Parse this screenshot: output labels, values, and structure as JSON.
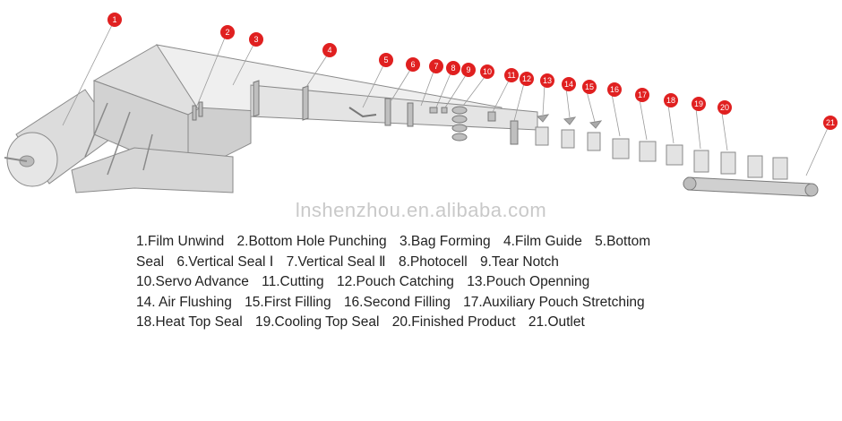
{
  "watermark": "lnshenzhou.en.alibaba.com",
  "colors": {
    "marker": "#e02020",
    "machine_stroke": "#8a8a8a",
    "machine_fill": "#d9d9d9",
    "text": "#222222"
  },
  "markers": [
    "1",
    "2",
    "3",
    "4",
    "5",
    "6",
    "7",
    "8",
    "9",
    "10",
    "11",
    "12",
    "13",
    "14",
    "15",
    "16",
    "17",
    "18",
    "19",
    "20",
    "21"
  ],
  "legend_lines": [
    [
      "1.Film Unwind",
      "2.Bottom Hole Punching",
      "3.Bag Forming",
      "4.Film Guide",
      "5.Bottom"
    ],
    [
      "Seal",
      "6.Vertical Seal Ⅰ",
      "7.Vertical Seal Ⅱ",
      "8.Photocell",
      "9.Tear Notch"
    ],
    [
      "10.Servo Advance",
      "11.Cutting",
      "12.Pouch Catching",
      "13.Pouch Openning"
    ],
    [
      "14. Air Flushing",
      "15.First Filling",
      "16.Second Filling",
      "17.Auxiliary Pouch Stretching"
    ],
    [
      "18.Heat Top Seal",
      "19.Cooling Top Seal",
      "20.Finished Product",
      "21.Outlet"
    ]
  ]
}
